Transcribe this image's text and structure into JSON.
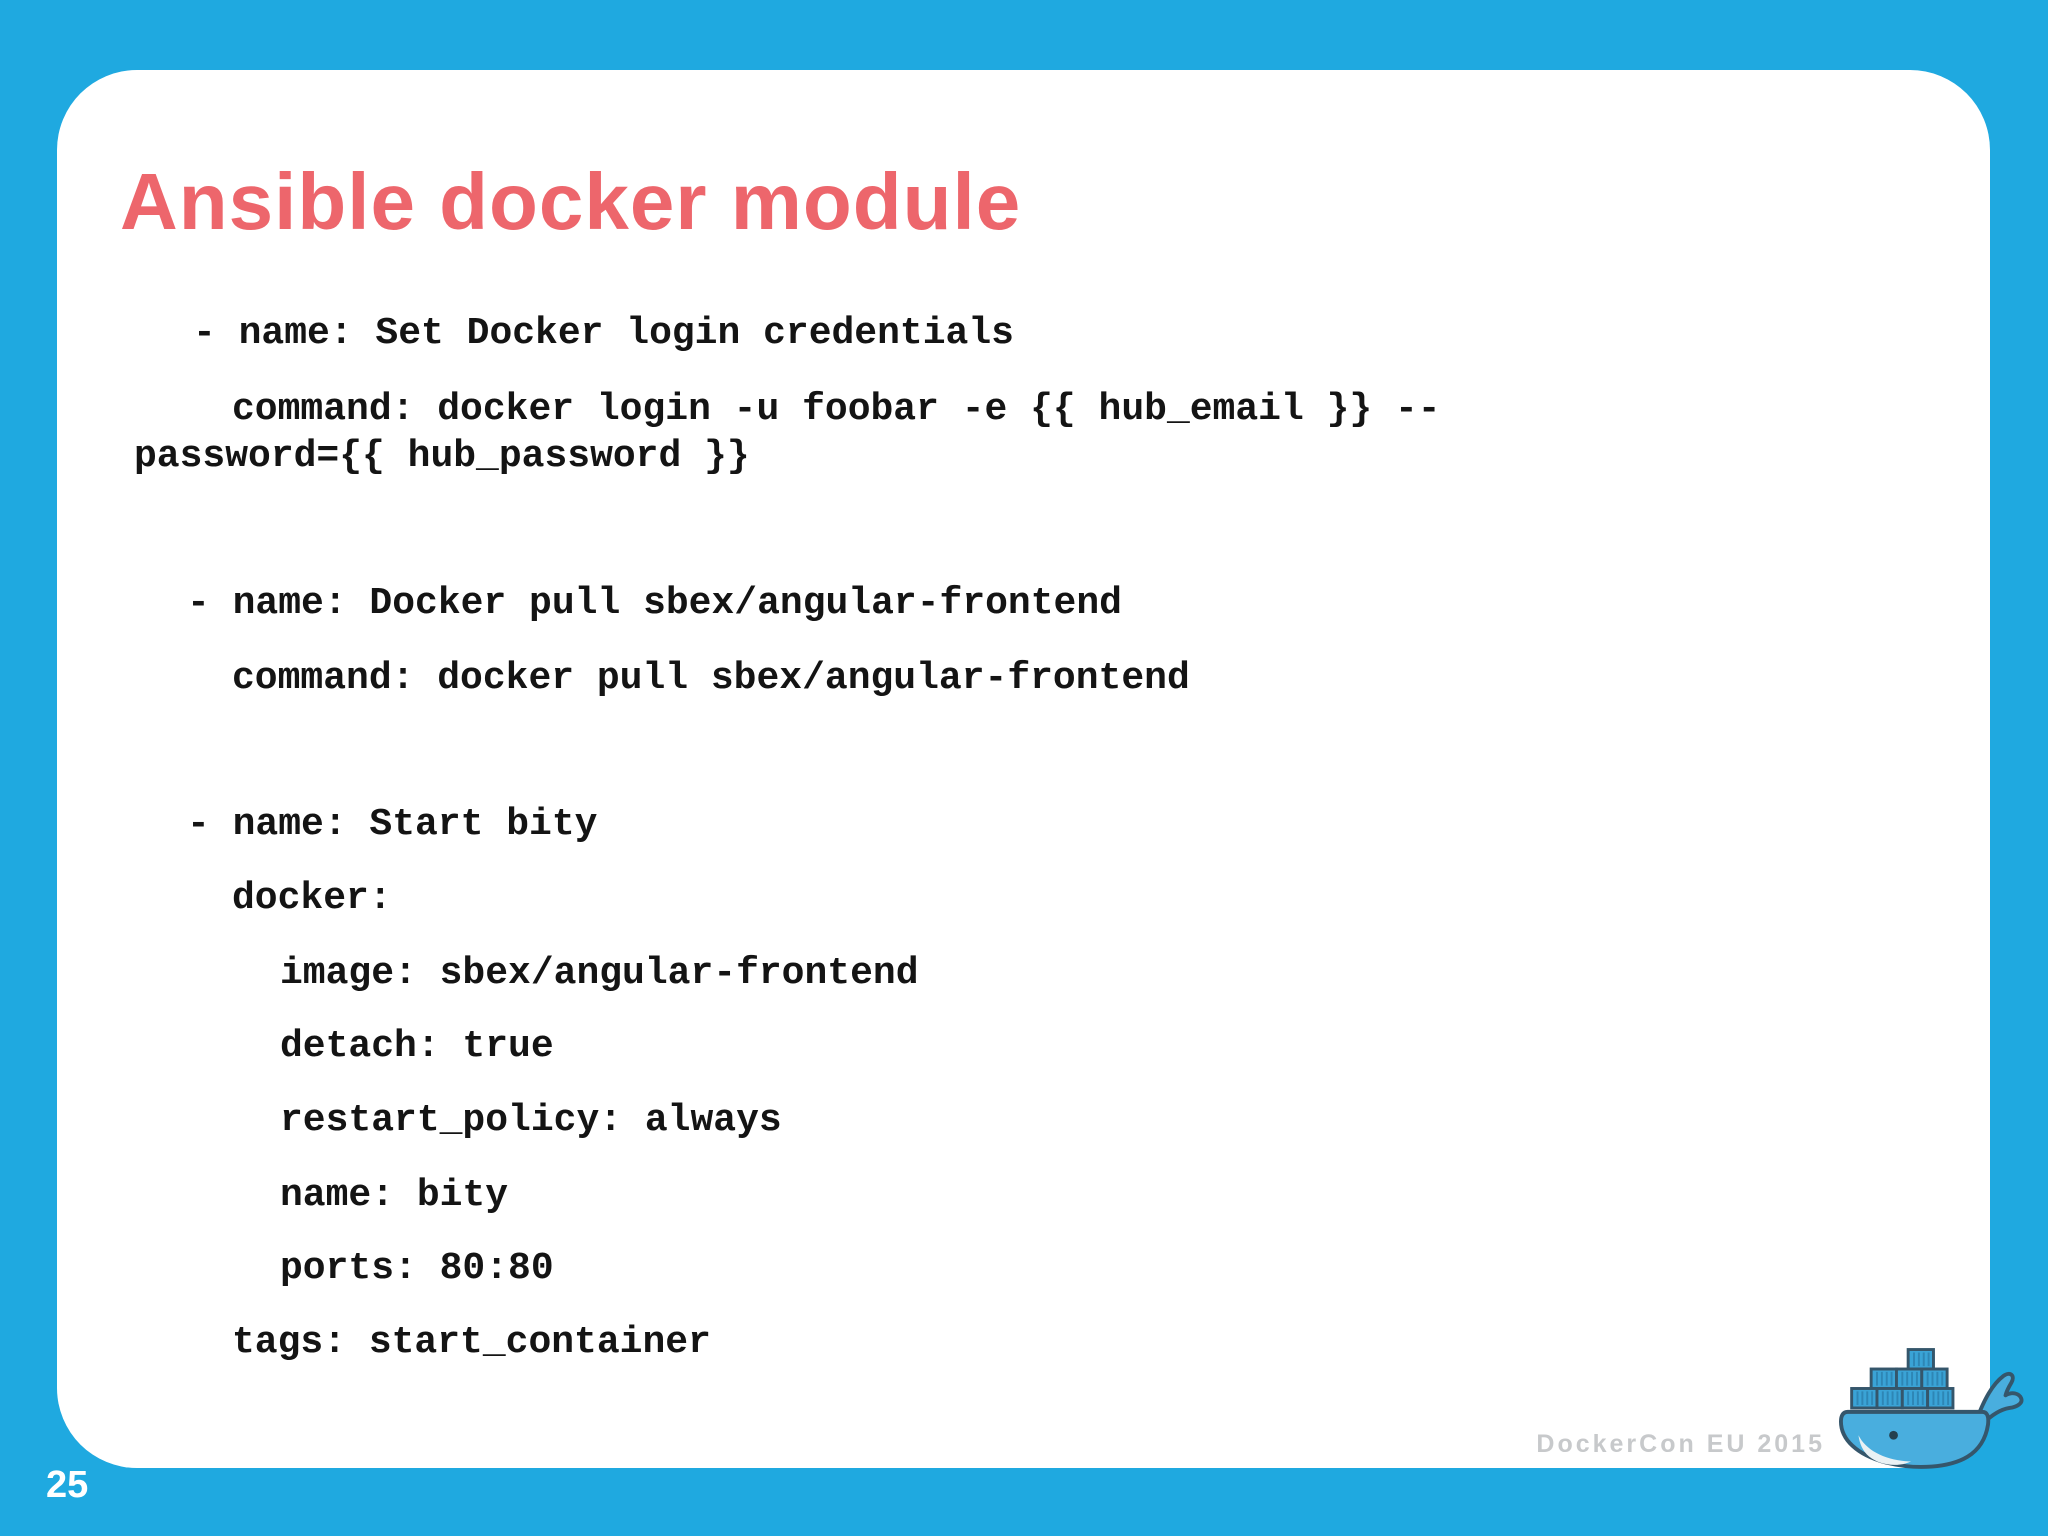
{
  "slide": {
    "title": "Ansible docker module",
    "page_number": "25",
    "footer": "DockerCon EU 2015",
    "logo": "docker-whale",
    "colors": {
      "background": "#1FA9E0",
      "card": "#FFFFFF",
      "title": "#ED666C",
      "code_text": "#141414",
      "footer_text": "#C7C9CB",
      "page_number": "#FFFFFF",
      "whale_body": "#49AEDE",
      "whale_outline": "#35566B",
      "container_fill": "#3AA3D6"
    },
    "code": {
      "lines": [
        "- name: Set Docker login credentials",
        "command: docker login -u foobar -e {{ hub_email }} --",
        "password={{ hub_password }}",
        "- name: Docker pull sbex/angular-frontend",
        "command: docker pull sbex/angular-frontend",
        "- name: Start bity",
        "docker:",
        "image: sbex/angular-frontend",
        "detach: true",
        "restart_policy: always",
        "name: bity",
        "ports: 80:80",
        "tags: start_container"
      ]
    }
  }
}
